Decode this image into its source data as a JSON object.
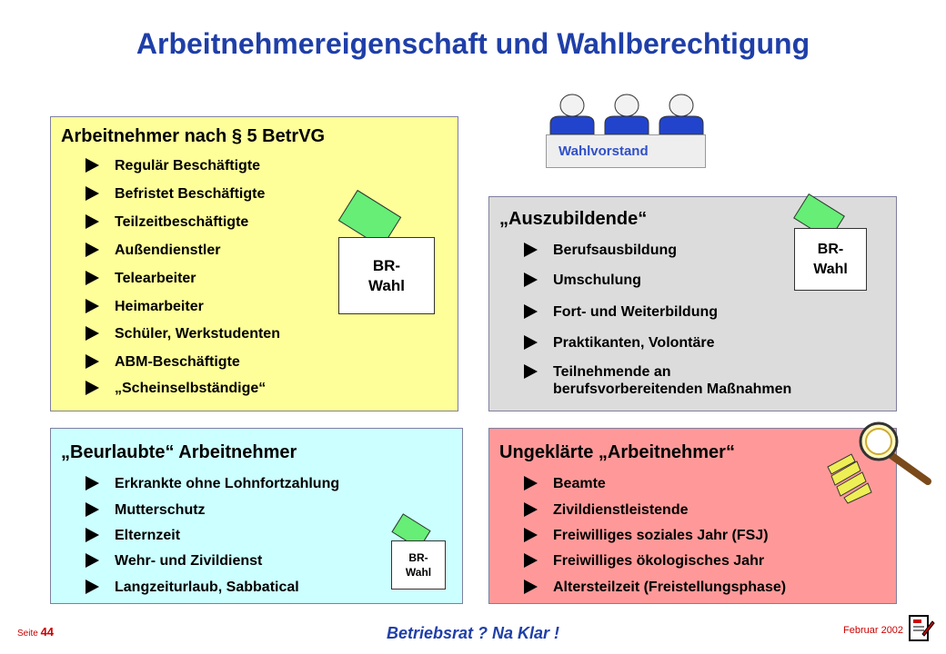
{
  "title": "Arbeitnehmereigenschaft und Wahlberechtigung",
  "wahlvorstand": "Wahlvorstand",
  "ballot": {
    "line1": "BR-",
    "line2": "Wahl"
  },
  "panels": {
    "employees": {
      "title": "Arbeitnehmer nach § 5 BetrVG",
      "items": [
        "Regulär Beschäftigte",
        "Befristet Beschäftigte",
        "Teilzeitbeschäftigte",
        "Außendienstler",
        "Telearbeiter",
        "Heimarbeiter",
        "Schüler, Werkstudenten",
        "ABM-Beschäftigte",
        "„Scheinselbständige“"
      ]
    },
    "trainees": {
      "title": "„Auszubildende“",
      "items": [
        "Berufsausbildung",
        "Umschulung",
        "Fort- und Weiterbildung",
        "Praktikanten, Volontäre"
      ],
      "last_line1": "Teilnehmende an",
      "last_line2": "berufsvorbereitenden Maßnahmen"
    },
    "leave": {
      "title": "„Beurlaubte“ Arbeitnehmer",
      "items": [
        "Erkrankte ohne Lohnfortzahlung",
        "Mutterschutz",
        "Elternzeit",
        "Wehr- und Zivildienst",
        "Langzeiturlaub, Sabbatical"
      ]
    },
    "unclear": {
      "title": "Ungeklärte „Arbeitnehmer“",
      "items": [
        "Beamte",
        "Zivildienstleistende",
        "Freiwilliges soziales Jahr (FSJ)",
        "Freiwilliges ökologisches Jahr",
        "Altersteilzeit (Freistellungsphase)"
      ]
    }
  },
  "footer": {
    "page_label": "Seite",
    "page_number": "44",
    "slogan": "Betriebsrat ? Na Klar !",
    "date": "Februar 2002"
  },
  "colors": {
    "title": "#1f3fa8",
    "employees_bg": "#ffff99",
    "trainees_bg": "#dcdcdc",
    "leave_bg": "#ccffff",
    "unclear_bg": "#ff9999",
    "ballot_paper": "#66ee77",
    "footer_red": "#cc0000"
  }
}
